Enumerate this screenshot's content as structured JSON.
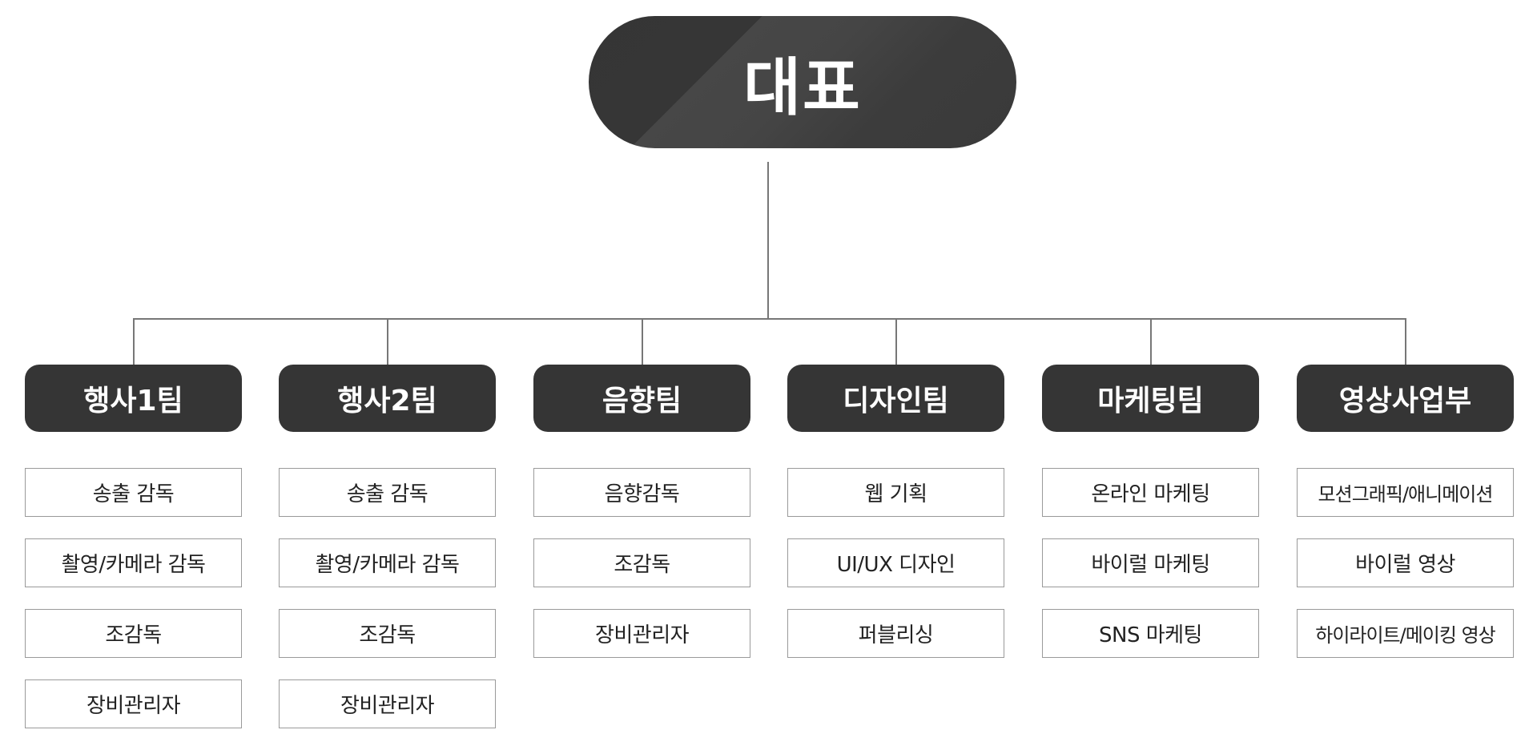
{
  "ceo": {
    "label": "대표"
  },
  "teams": [
    {
      "name": "행사1팀",
      "roles": [
        "송출 감독",
        "촬영/카메라 감독",
        "조감독",
        "장비관리자"
      ]
    },
    {
      "name": "행사2팀",
      "roles": [
        "송출 감독",
        "촬영/카메라 감독",
        "조감독",
        "장비관리자"
      ]
    },
    {
      "name": "음향팀",
      "roles": [
        "음향감독",
        "조감독",
        "장비관리자"
      ]
    },
    {
      "name": "디자인팀",
      "roles": [
        "웹 기획",
        "UI/UX 디자인",
        "퍼블리싱"
      ]
    },
    {
      "name": "마케팅팀",
      "roles": [
        "온라인 마케팅",
        "바이럴 마케팅",
        "SNS 마케팅"
      ]
    },
    {
      "name": "영상사업부",
      "roles": [
        "모션그래픽/애니메이션",
        "바이럴 영상",
        "하이라이트/메이킹 영상"
      ]
    }
  ],
  "colors": {
    "node_fill": "#353535",
    "node_text": "#ffffff",
    "box_border": "#9a9a9a",
    "box_text": "#222222",
    "connector": "#777777"
  }
}
